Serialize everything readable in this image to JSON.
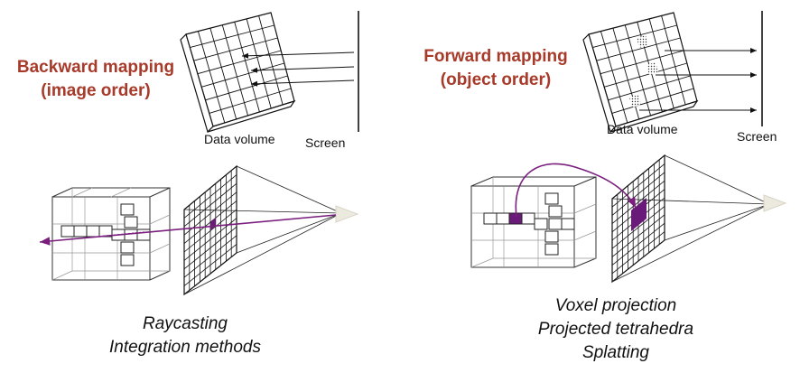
{
  "left": {
    "heading_line1": "Backward mapping",
    "heading_line2": "(image order)",
    "volume_label": "Data volume",
    "screen_label": "Screen",
    "method_line1": "Raycasting",
    "method_line2": "Integration methods"
  },
  "right": {
    "heading_line1": "Forward mapping",
    "heading_line2": "(object order)",
    "volume_label": "Data volume",
    "screen_label": "Screen",
    "method_line1": "Voxel projection",
    "method_line2": "Projected tetrahedra",
    "method_line3": "Splatting"
  },
  "colors": {
    "heading": "#a83a2a",
    "ray": "#7a1f7e",
    "highlight": "#6a1a78",
    "eye": "#ece9df"
  }
}
